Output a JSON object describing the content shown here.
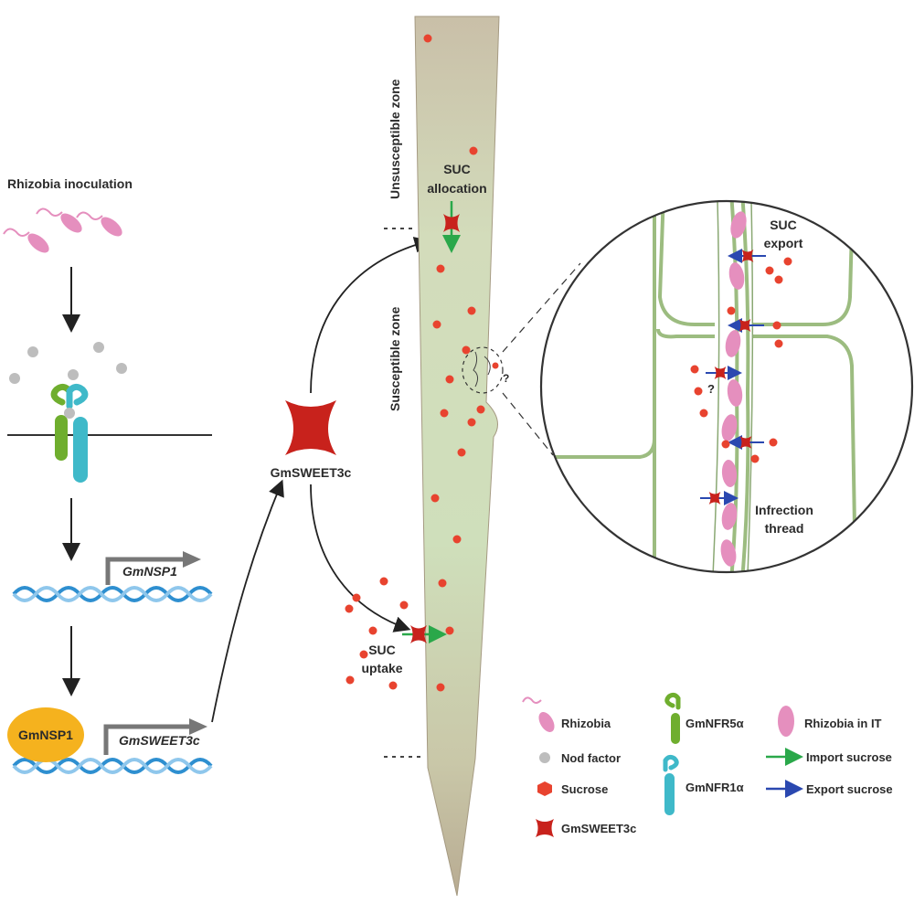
{
  "pathway": {
    "inoculation_label": "Rhizobia inoculation",
    "gene1_label": "GmNSP1",
    "protein_label": "GmNSP1",
    "gene2_label": "GmSWEET3c",
    "transporter_label": "GmSWEET3c"
  },
  "root": {
    "zone_top_label": "Unsusceptible zone",
    "zone_mid_label": "Susceptible zone",
    "allocation_line1": "SUC",
    "allocation_line2": "allocation",
    "uptake_line1": "SUC",
    "uptake_line2": "uptake",
    "question_mark": "?"
  },
  "magnified": {
    "export_line1": "SUC",
    "export_line2": "export",
    "question_mark": "?",
    "it_line1": "Infrection",
    "it_line2": "thread"
  },
  "legend": {
    "rhizobia": "Rhizobia",
    "nod_factor": "Nod factor",
    "sucrose": "Sucrose",
    "transporter": "GmSWEET3c",
    "nfr5": "GmNFR5α",
    "nfr1": "GmNFR1α",
    "rhizobia_it": "Rhizobia in IT",
    "import": "Import sucrose",
    "export": "Export sucrose"
  },
  "colors": {
    "rhizobia": "#e58fbe",
    "sucrose": "#e8432f",
    "transporter": "#c8221c",
    "nfr5": "#6fae2e",
    "nfr1": "#3fb9c9",
    "nsp1": "#f5b21e",
    "import_arrow": "#2aa84a",
    "export_arrow": "#2a48b0",
    "root_fill": "#cddcb8",
    "cell_wall": "#9cbc80"
  }
}
